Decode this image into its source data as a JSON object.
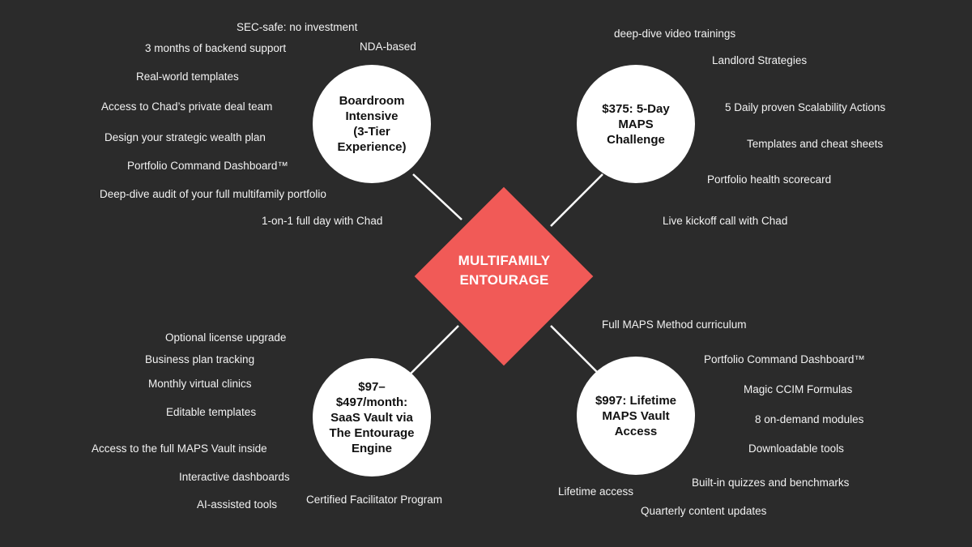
{
  "center": {
    "title": "MULTIFAMILY\nENTOURAGE",
    "color": "#f15a57"
  },
  "background": "#2b2b2b",
  "nodes": [
    {
      "title": "Boardroom\nIntensive\n(3-Tier\nExperience)",
      "items": [
        "SEC-safe: no investment",
        "NDA-based",
        "3 months of backend support",
        "Real-world templates",
        "Access to Chad’s private deal team",
        "Design your strategic wealth plan",
        "Portfolio Command Dashboard™",
        "Deep-dive audit of your full multifamily portfolio",
        "1-on-1 full day with Chad"
      ]
    },
    {
      "title": "$375: 5-Day\nMAPS\nChallenge",
      "items": [
        "deep-dive video trainings",
        "Landlord Strategies",
        "5 Daily proven Scalability Actions",
        "Templates and cheat sheets",
        "Portfolio health scorecard",
        "Live kickoff call with Chad"
      ]
    },
    {
      "title": "$97–\n$497/month:\nSaaS Vault via\nThe Entourage\nEngine",
      "items": [
        "Optional license upgrade",
        "Business plan tracking",
        "Monthly virtual clinics",
        "Editable templates",
        "Access to the full MAPS Vault inside",
        "Interactive dashboards",
        "AI-assisted tools",
        "Certified Facilitator Program"
      ]
    },
    {
      "title": "$997: Lifetime\nMAPS Vault\nAccess",
      "items": [
        "Full MAPS Method curriculum",
        "Portfolio Command Dashboard™",
        "Magic CCIM Formulas",
        "8 on-demand modules",
        "Downloadable tools",
        "Built-in quizzes and benchmarks",
        "Lifetime access",
        "Quarterly content updates"
      ]
    }
  ]
}
